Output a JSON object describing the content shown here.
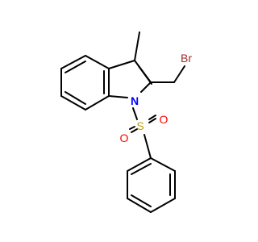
{
  "molecule": {
    "atoms": {
      "bromine": {
        "symbol": "Br",
        "color": "#a52a2a"
      },
      "nitrogen": {
        "symbol": "N",
        "color": "#0000ff"
      },
      "sulfur": {
        "symbol": "S",
        "color": "#b8a000"
      },
      "oxygen_1": {
        "symbol": "O",
        "color": "#ff0000"
      },
      "oxygen_2": {
        "symbol": "O",
        "color": "#ff0000"
      }
    },
    "bond_color": "#000000",
    "background": "#ffffff"
  }
}
